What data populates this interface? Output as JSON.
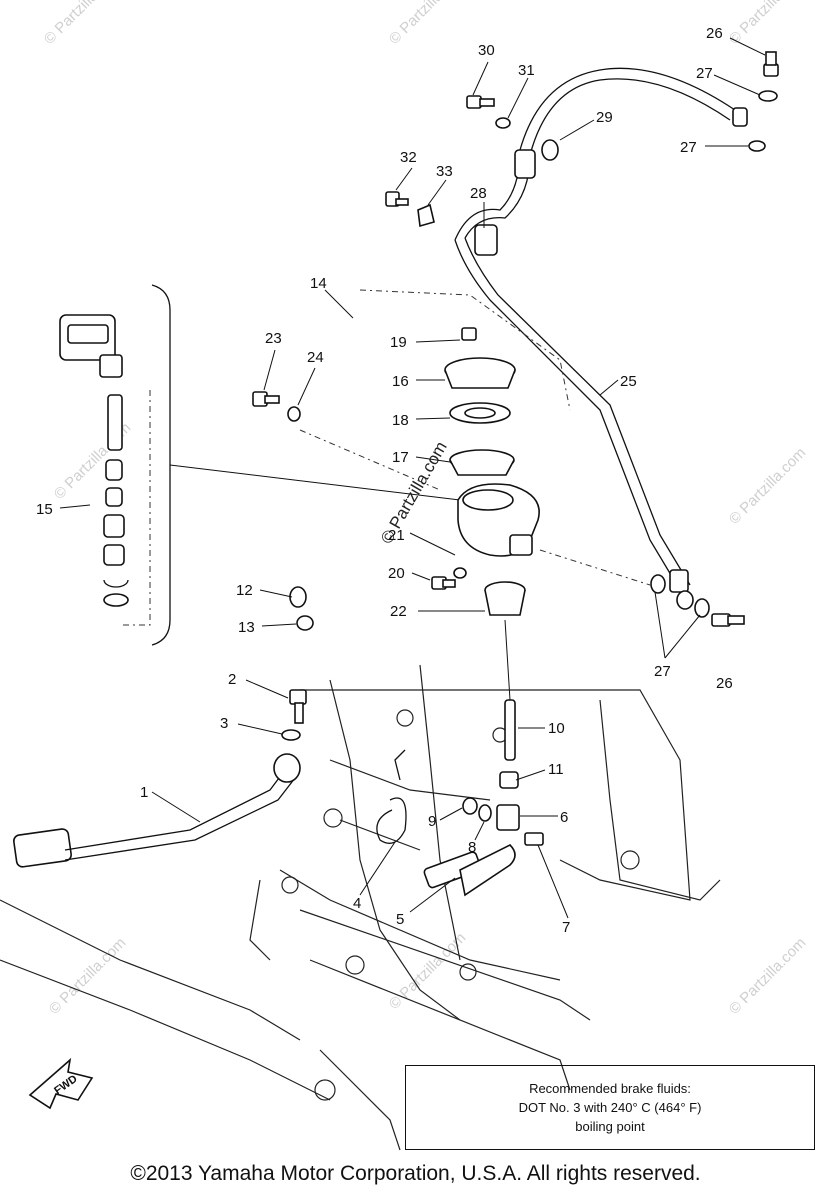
{
  "callouts": [
    {
      "id": "26a",
      "label": "26"
    },
    {
      "id": "27a",
      "label": "27"
    },
    {
      "id": "27b",
      "label": "27"
    },
    {
      "id": "30",
      "label": "30"
    },
    {
      "id": "31",
      "label": "31"
    },
    {
      "id": "29",
      "label": "29"
    },
    {
      "id": "32",
      "label": "32"
    },
    {
      "id": "33",
      "label": "33"
    },
    {
      "id": "28",
      "label": "28"
    },
    {
      "id": "14",
      "label": "14"
    },
    {
      "id": "23",
      "label": "23"
    },
    {
      "id": "24",
      "label": "24"
    },
    {
      "id": "19",
      "label": "19"
    },
    {
      "id": "16",
      "label": "16"
    },
    {
      "id": "18",
      "label": "18"
    },
    {
      "id": "25",
      "label": "25"
    },
    {
      "id": "17",
      "label": "17"
    },
    {
      "id": "15",
      "label": "15"
    },
    {
      "id": "21",
      "label": "21"
    },
    {
      "id": "20",
      "label": "20"
    },
    {
      "id": "12",
      "label": "12"
    },
    {
      "id": "22",
      "label": "22"
    },
    {
      "id": "13",
      "label": "13"
    },
    {
      "id": "27c",
      "label": "27"
    },
    {
      "id": "26b",
      "label": "26"
    },
    {
      "id": "2",
      "label": "2"
    },
    {
      "id": "10",
      "label": "10"
    },
    {
      "id": "3",
      "label": "3"
    },
    {
      "id": "11",
      "label": "11"
    },
    {
      "id": "1",
      "label": "1"
    },
    {
      "id": "9",
      "label": "9"
    },
    {
      "id": "8",
      "label": "8"
    },
    {
      "id": "6",
      "label": "6"
    },
    {
      "id": "4",
      "label": "4"
    },
    {
      "id": "5",
      "label": "5"
    },
    {
      "id": "7",
      "label": "7"
    }
  ],
  "watermark": "© Partzilla.com",
  "fwd_label": "FWD",
  "note": {
    "line1": "Recommended brake fluids:",
    "line2": "DOT No. 3 with 240° C (464° F)",
    "line3": "boiling point"
  },
  "copyright": "©2013 Yamaha Motor Corporation, U.S.A. All rights reserved."
}
